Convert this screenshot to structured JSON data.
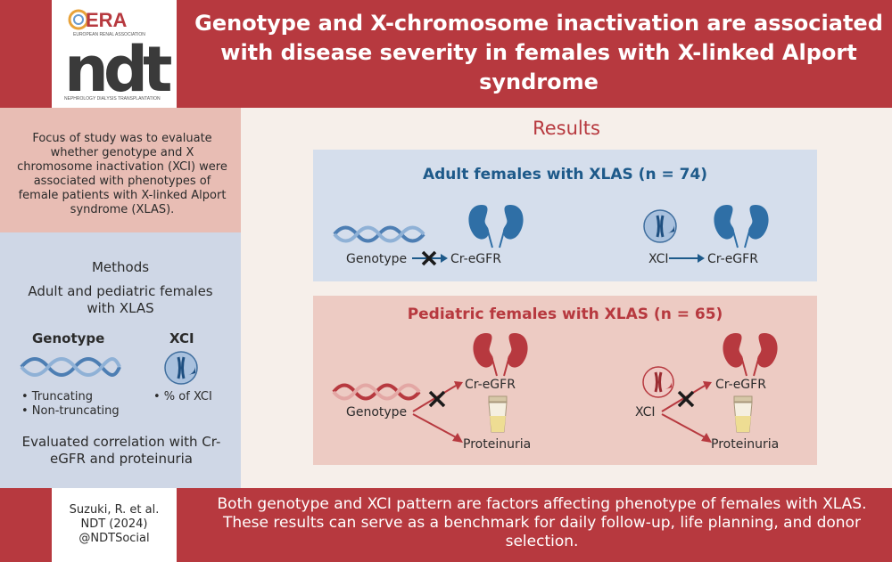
{
  "header": {
    "title": "Genotype and X-chromosome inactivation are associated with disease severity in females with X-linked Alport syndrome",
    "logo": {
      "era_text": "ERA",
      "era_subtitle": "EUROPEAN RENAL ASSOCIATION",
      "ndt_text": "ndt",
      "ndt_subtitle": "NEPHROLOGY DIALYSIS TRANSPLANTATION"
    }
  },
  "left": {
    "focus": "Focus of study was to evaluate whether genotype and X chromosome inactivation (XCI) were associated with phenotypes of female patients with X-linked Alport syndrome (XLAS).",
    "methods_title": "Methods",
    "methods_sub": "Adult and pediatric females with XLAS",
    "genotype_label": "Genotype",
    "xci_label": "XCI",
    "genotype_bullets": [
      "• Truncating",
      "• Non-truncating"
    ],
    "xci_bullets": [
      "• % of XCI"
    ],
    "evaluated": "Evaluated correlation with Cr-eGFR and proteinuria"
  },
  "results": {
    "title": "Results",
    "adult": {
      "title": "Adult females with XLAS (n = 74)",
      "genotype": "Genotype",
      "egfr_1": "Cr-eGFR",
      "xci": "XCI",
      "egfr_2": "Cr-eGFR"
    },
    "pediatric": {
      "title": "Pediatric females with XLAS (n = 65)",
      "genotype": "Genotype",
      "egfr_1": "Cr-eGFR",
      "proteinuria_1": "Proteinuria",
      "xci": "XCI",
      "egfr_2": "Cr-eGFR",
      "proteinuria_2": "Proteinuria"
    }
  },
  "footer": {
    "cite_1": "Suzuki, R. et al.",
    "cite_2": "NDT (2024)",
    "cite_3": "@NDTSocial",
    "conclusion": "Both genotype and XCI pattern are factors affecting phenotype of females with XLAS. These results can serve as a benchmark for daily follow-up, life planning, and donor selection."
  },
  "colors": {
    "brand_red": "#b7393f",
    "adult_blue": "#1e5a8a",
    "kidney_blue": "#2f6fa6",
    "kidney_red": "#b7393f"
  },
  "icons": [
    "dna-icon",
    "kidneys-icon",
    "chromosome-cell-icon",
    "urine-cup-icon",
    "no-association-cross-icon",
    "arrow-icon"
  ]
}
